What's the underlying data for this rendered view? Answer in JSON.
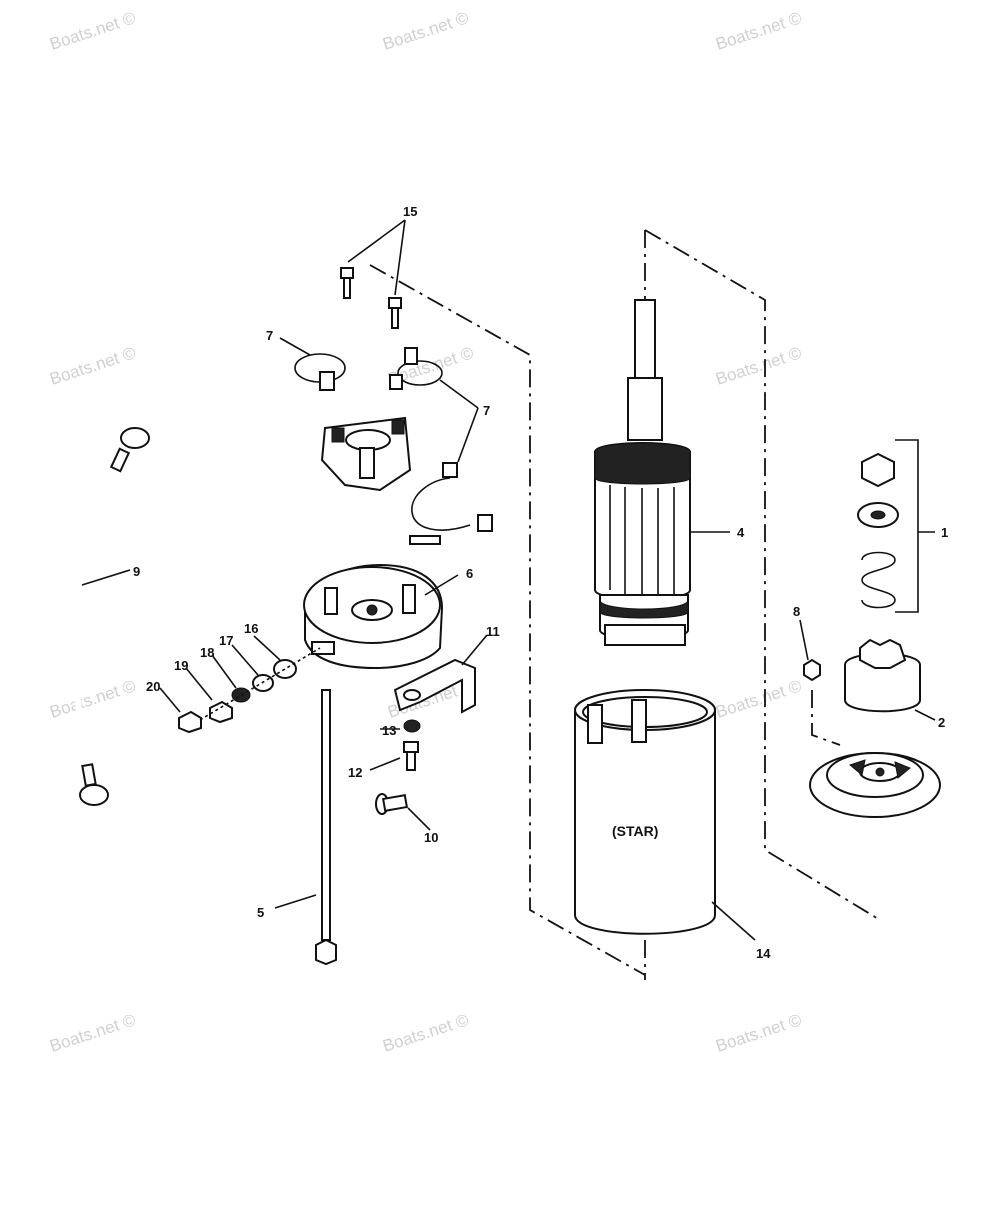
{
  "watermark": "Boats.net ©",
  "callouts": {
    "c1": "1",
    "c2": "2",
    "c4": "4",
    "c5": "5",
    "c6": "6",
    "c7a": "7",
    "c7b": "7",
    "c8": "8",
    "c9": "9",
    "c10": "10",
    "c11": "11",
    "c12": "12",
    "c13": "13",
    "c14": "14",
    "c15": "15",
    "c16": "16",
    "c17": "17",
    "c18": "18",
    "c19": "19",
    "c20": "20"
  },
  "frame_label": "(STAR)"
}
